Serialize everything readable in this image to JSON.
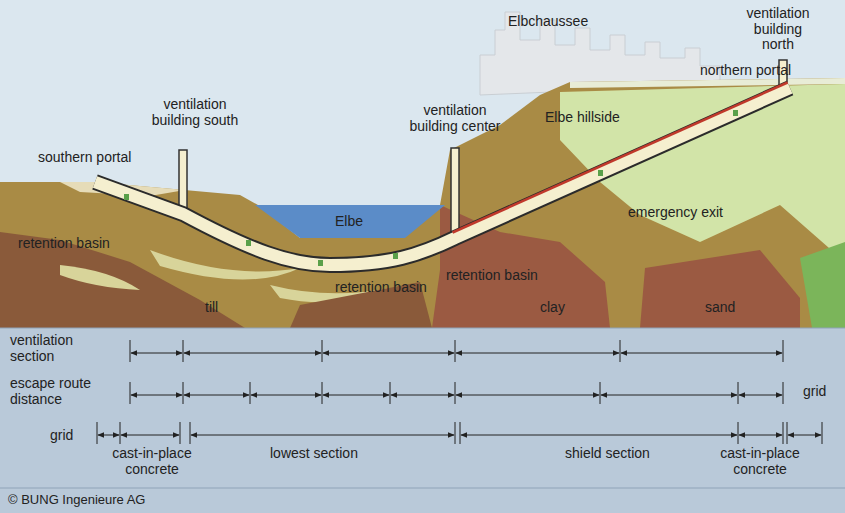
{
  "diagram": {
    "labels": [
      "ventilation building south",
      "southern portal",
      "ventilation building center",
      "Elbchaussee",
      "ventilation building north",
      "northern portal",
      "Elbe hillside",
      "Elbe",
      "emergency exit",
      "retention basin",
      "till",
      "retention basin",
      "retention basin",
      "clay",
      "sand",
      "ventilation section",
      "escape route distance",
      "grid",
      "grid",
      "cast-in-place concrete",
      "lowest section",
      "shield section",
      "cast-in-place concrete",
      "© BUNG Ingenieure AG"
    ]
  }
}
